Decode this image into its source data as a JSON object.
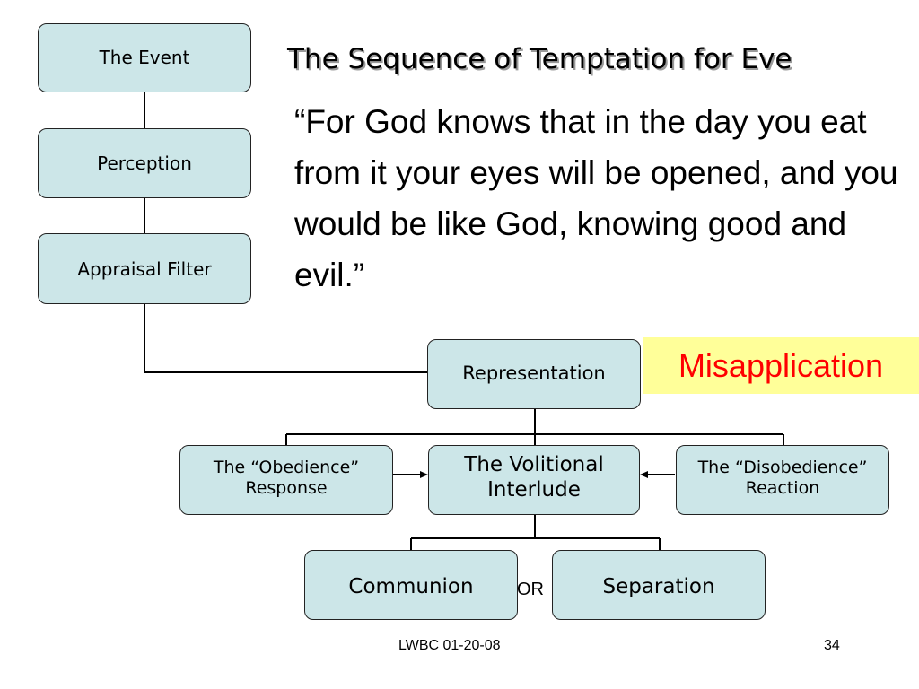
{
  "title": "The Sequence of Temptation for Eve",
  "quote": "“For God knows that in the day you eat from it your eyes will be opened, and you would be like God, knowing good and evil.”",
  "callout": "Misapplication",
  "nodes": {
    "event": "The Event",
    "perception": "Perception",
    "appraisal": "Appraisal Filter",
    "representation": "Representation",
    "obedience": [
      "The “Obedience”",
      "Response"
    ],
    "volitional": [
      "The Volitional",
      "Interlude"
    ],
    "disobedience": [
      "The “Disobedience”",
      "Reaction"
    ],
    "communion": "Communion",
    "separation": "Separation"
  },
  "or_label": "OR",
  "footer": {
    "center": "LWBC 01-20-08",
    "page": "34"
  },
  "colors": {
    "box_fill": "#cce6e8",
    "callout_bg": "#ffff99",
    "callout_text": "#ff0000"
  }
}
